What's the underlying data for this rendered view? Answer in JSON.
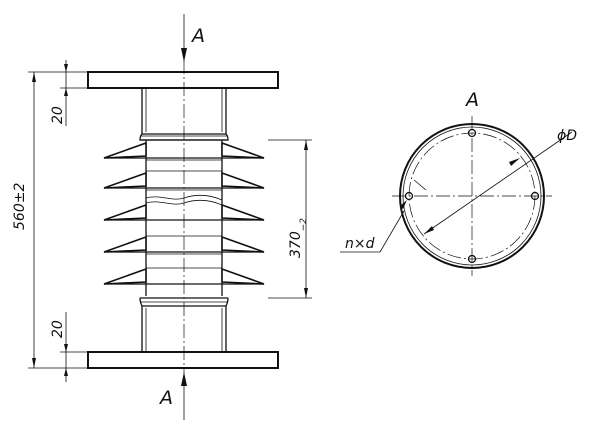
{
  "drawing": {
    "section_mark_top": "A",
    "section_mark_bottom": "A",
    "section_view_label": "A",
    "dim_total_height": "560±2",
    "dim_flange_top": "20",
    "dim_flange_bottom": "20",
    "dim_shed_zone_main": "370",
    "dim_shed_zone_tol": "−2",
    "dim_bolt_circle": "ϕD",
    "dim_holes": "n×d"
  }
}
